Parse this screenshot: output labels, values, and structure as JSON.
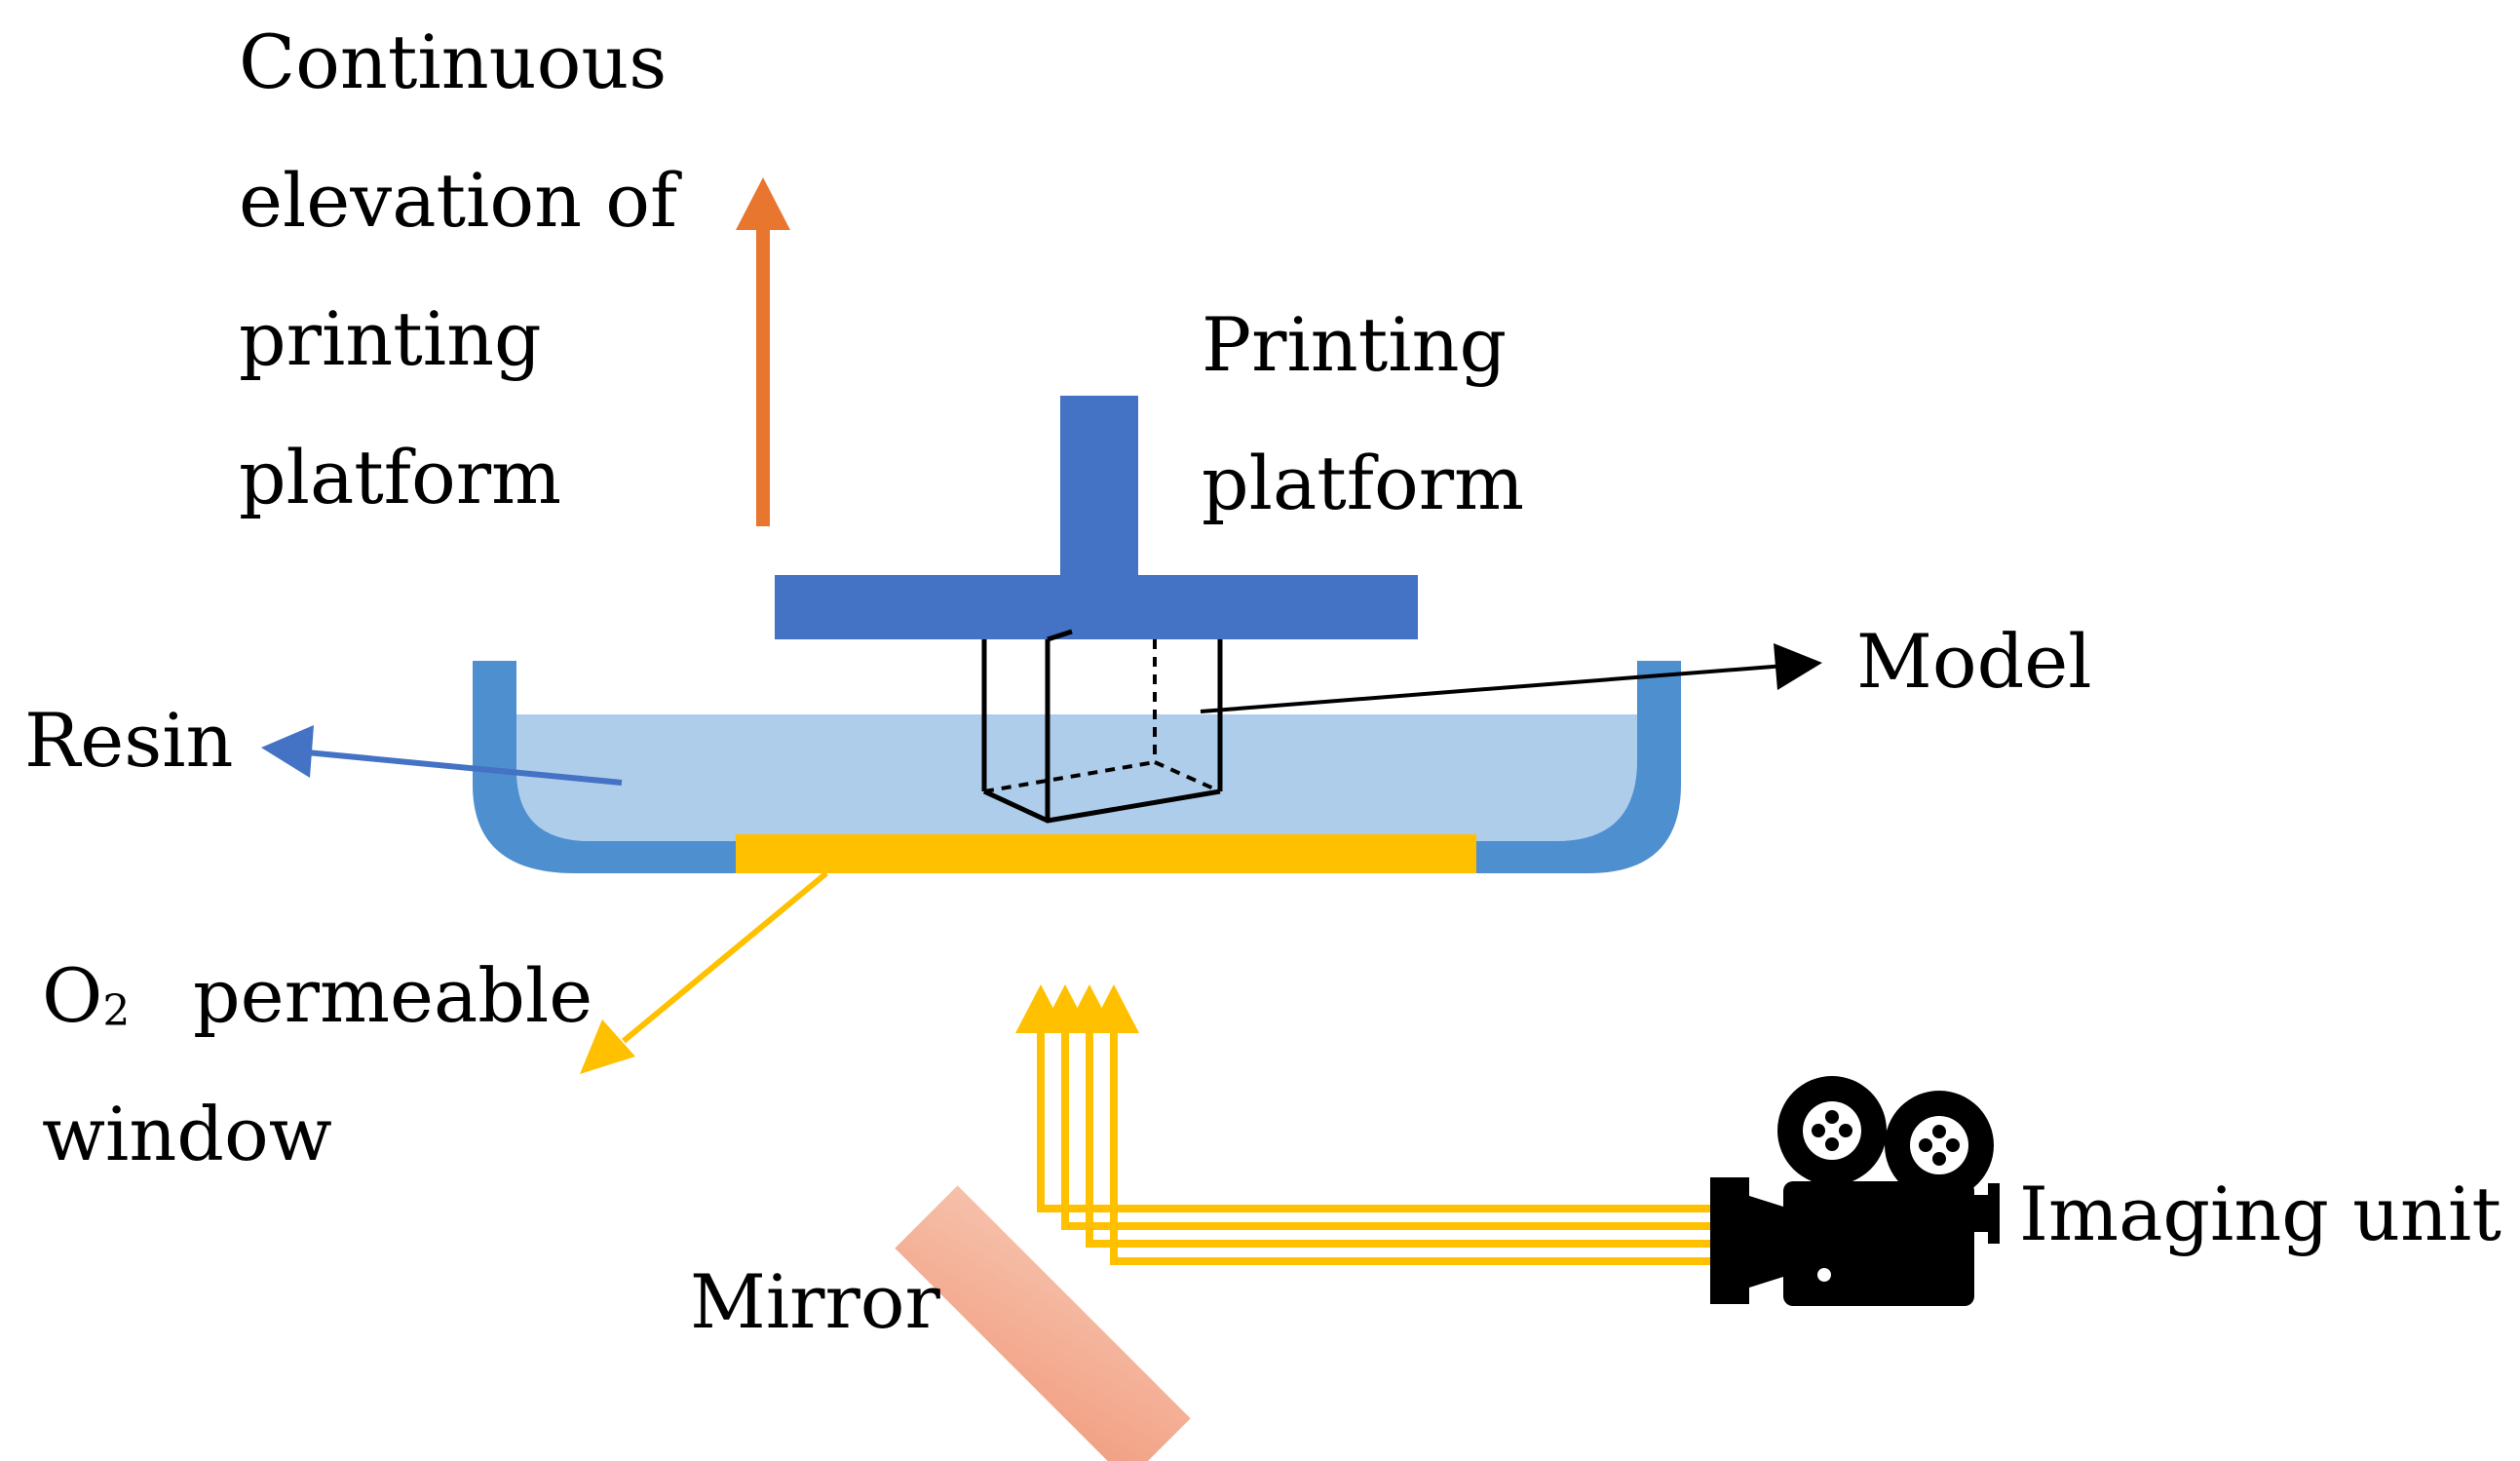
{
  "labels": {
    "elevation": [
      "Continuous",
      "elevation of",
      "printing",
      "platform"
    ],
    "printing_platform": [
      "Printing",
      "platform"
    ],
    "model": "Model",
    "resin": "Resin",
    "window_prefix": "O",
    "window_subscript": "2",
    "window_line1_rest": "permeable",
    "window_line2": "window",
    "mirror": "Mirror",
    "imaging_unit": "Imaging unit"
  },
  "colors": {
    "elevation_arrow": "#E9762F",
    "platform": "#4472C4",
    "resin_fill": "#AECDEA",
    "vat": "#4E8FD0",
    "window": "#FFC000",
    "light_beam": "#FFC000",
    "mirror": "#F4A58A",
    "resin_arrow": "#4472C4",
    "model_outline": "#000000",
    "camera": "#000000"
  },
  "icons": {
    "camera": "movie-camera-icon"
  }
}
